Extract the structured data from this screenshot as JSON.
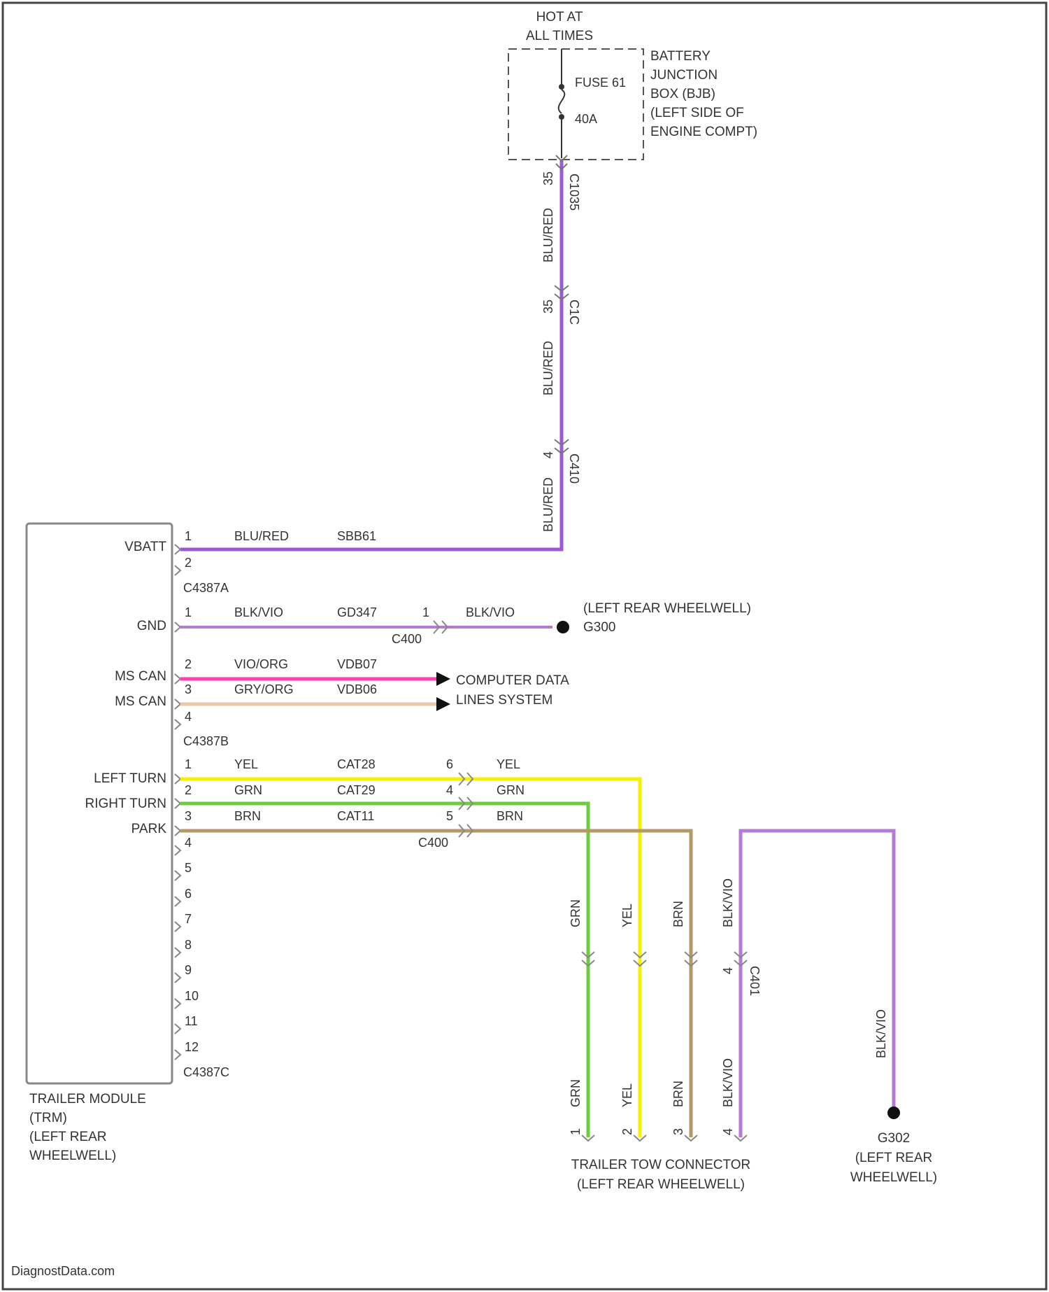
{
  "colors": {
    "purple": "#9b59d6",
    "lilac": "#b57ad6",
    "pink": "#ff3fb0",
    "tan": "#e7c8a8",
    "yellow": "#f4f000",
    "green": "#6ccc3c",
    "brown": "#b39a66",
    "ink": "#333333"
  },
  "power": {
    "hot_line1": "HOT AT",
    "hot_line2": "ALL TIMES",
    "fuse_name": "FUSE 61",
    "fuse_rating": "40A",
    "bjb_lines": [
      "BATTERY",
      "JUNCTION",
      "BOX (BJB)",
      "(LEFT SIDE OF",
      "ENGINE COMPT)"
    ]
  },
  "vertical_feed": {
    "seg1_pin": "35",
    "seg1_color": "BLU/RED",
    "seg1_conn": "C1035",
    "seg2_pin": "35",
    "seg2_color": "BLU/RED",
    "seg2_conn": "C1C",
    "seg3_pin": "4",
    "seg3_color": "BLU/RED",
    "seg3_conn": "C410"
  },
  "module": {
    "name_lines": [
      "TRAILER MODULE",
      "(TRM)",
      "(LEFT REAR",
      "WHEELWELL)"
    ],
    "connector_a": "C4387A",
    "connector_b": "C4387B",
    "connector_c": "C4387C",
    "pin_labels": {
      "vbatt": "VBATT",
      "gnd": "GND",
      "ms_can_pos": "MS CAN",
      "ms_can_neg": "MS CAN",
      "left_turn": "LEFT TURN",
      "right_turn": "RIGHT TURN",
      "park": "PARK"
    }
  },
  "circuits": {
    "vbatt": {
      "pin": "1",
      "color": "BLU/RED",
      "circuit": "SBB61"
    },
    "a_pin2": "2",
    "gnd": {
      "pin": "1",
      "color": "BLK/VIO",
      "circuit": "GD347",
      "inline_pin": "1",
      "inline_color": "BLK/VIO",
      "inline_conn": "C400"
    },
    "ms_can_pos": {
      "pin": "2",
      "color": "VIO/ORG",
      "circuit": "VDB07"
    },
    "ms_can_neg": {
      "pin": "3",
      "color": "GRY/ORG",
      "circuit": "VDB06"
    },
    "b_pin4": "4",
    "left_turn": {
      "pin": "1",
      "color": "YEL",
      "circuit": "CAT28",
      "inline_pin": "6",
      "inline_color": "YEL"
    },
    "right_turn": {
      "pin": "2",
      "color": "GRN",
      "circuit": "CAT29",
      "inline_pin": "4",
      "inline_color": "GRN"
    },
    "park": {
      "pin": "3",
      "color": "BRN",
      "circuit": "CAT11",
      "inline_pin": "5",
      "inline_color": "BRN",
      "inline_conn": "C400"
    },
    "c_spare_pins": [
      "4",
      "5",
      "6",
      "7",
      "8",
      "9",
      "10",
      "11",
      "12"
    ]
  },
  "ground_g300": {
    "location": "(LEFT REAR WHEELWELL)",
    "name": "G300"
  },
  "computer_data": {
    "line1": "COMPUTER DATA",
    "line2": "LINES SYSTEM"
  },
  "tow_harness": {
    "wires": [
      {
        "upper_color": "GRN",
        "lower_color": "GRN",
        "pin": "1"
      },
      {
        "upper_color": "YEL",
        "lower_color": "YEL",
        "pin": "2"
      },
      {
        "upper_color": "BRN",
        "lower_color": "BRN",
        "pin": "3"
      },
      {
        "upper_color": "BLK/VIO",
        "lower_color": "BLK/VIO",
        "pin": "4"
      }
    ],
    "inline_pin": "4",
    "inline_conn": "C401",
    "connector_lines": [
      "TRAILER TOW CONNECTOR",
      "(LEFT REAR WHEELWELL)"
    ]
  },
  "ground_g302": {
    "wire_color": "BLK/VIO",
    "lines": [
      "G302",
      "(LEFT REAR",
      "WHEELWELL)"
    ]
  },
  "footer": {
    "credit": "DiagnostData.com"
  }
}
